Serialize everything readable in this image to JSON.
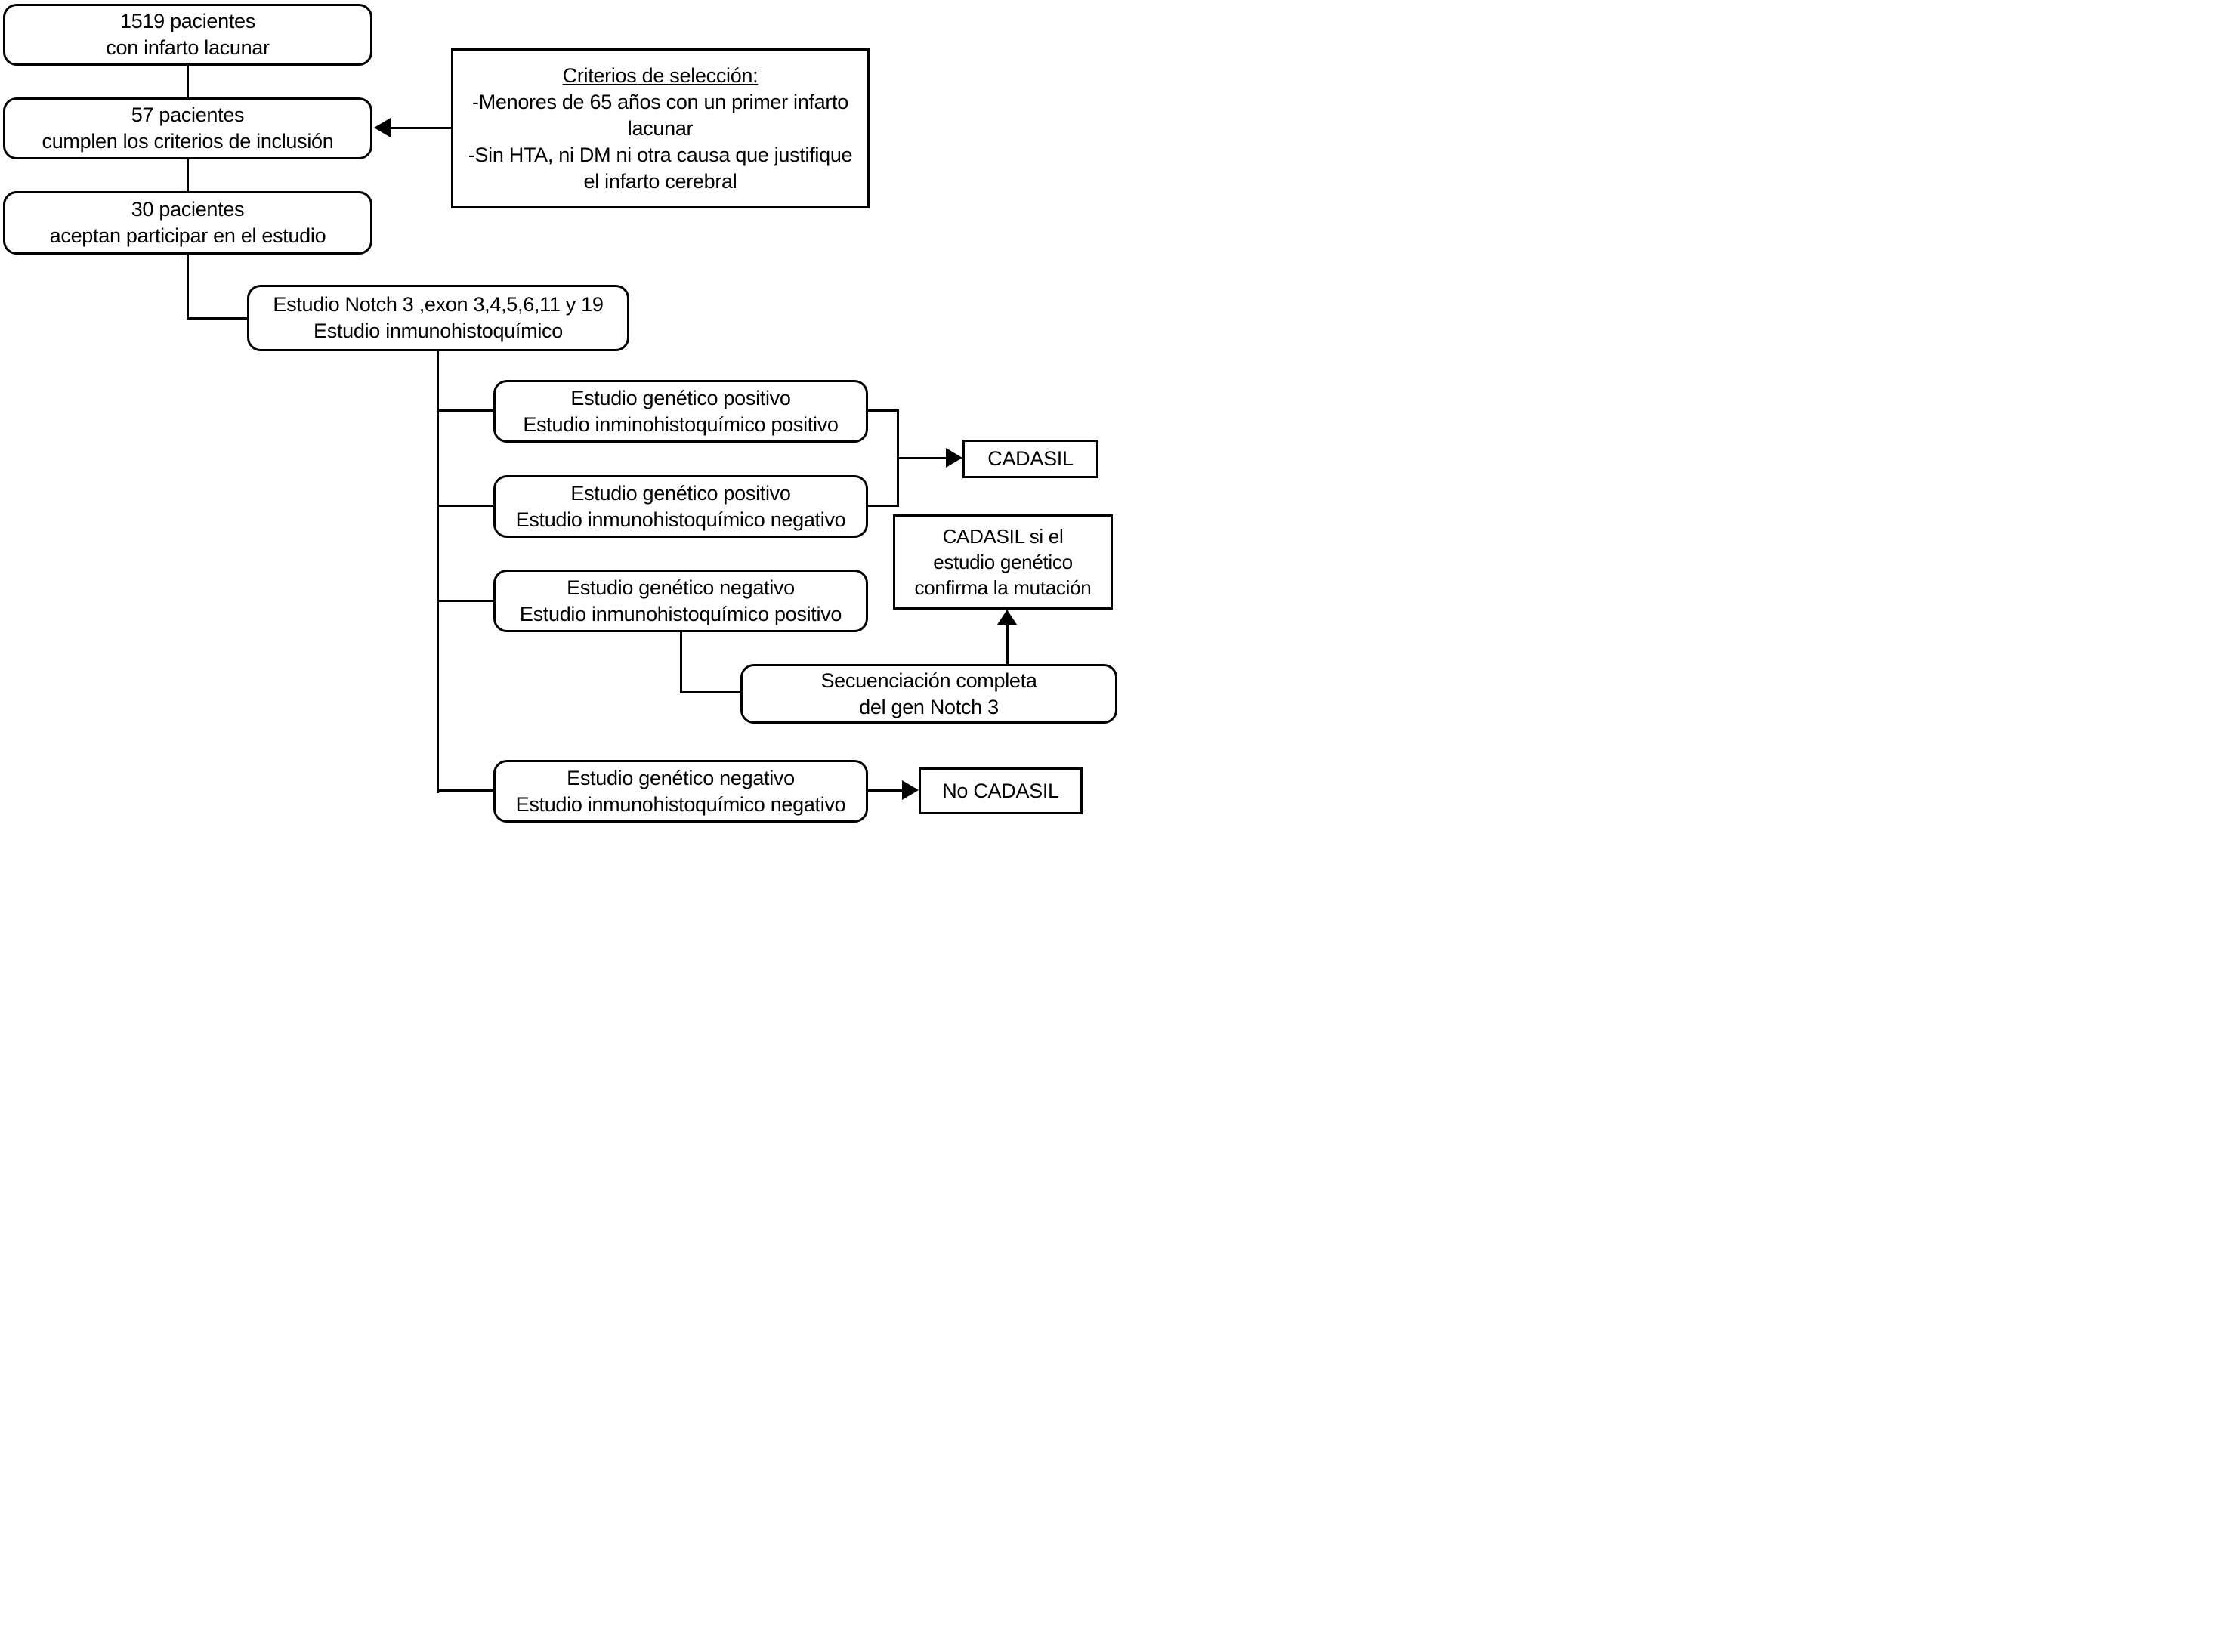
{
  "boxes": {
    "patients1519": {
      "lines": [
        "1519 pacientes",
        "con infarto lacunar"
      ]
    },
    "patients57": {
      "lines": [
        "57 pacientes",
        "cumplen los criterios de inclusión"
      ]
    },
    "criteria": {
      "title": "Criterios de selección:",
      "items": [
        "-Menores de 65 años con un primer infarto lacunar",
        "-Sin HTA, ni DM ni otra causa que justifique el infarto cerebral"
      ]
    },
    "patients30": {
      "lines": [
        "30 pacientes",
        "aceptan participar en el estudio"
      ]
    },
    "notch": {
      "lines": [
        "Estudio Notch 3 ,exon 3,4,5,6,11 y 19",
        "Estudio inmunohistoquímico"
      ]
    },
    "branch1": {
      "lines": [
        "Estudio genético positivo",
        "Estudio inminohistoquímico positivo"
      ]
    },
    "branch2": {
      "lines": [
        "Estudio genético positivo",
        "Estudio inmunohistoquímico negativo"
      ]
    },
    "branch3": {
      "lines": [
        "Estudio genético negativo",
        "Estudio inmunohistoquímico positivo"
      ]
    },
    "branch4": {
      "lines": [
        "Estudio genético negativo",
        "Estudio inmunohistoquímico negativo"
      ]
    },
    "cadasil": {
      "label": "CADASIL"
    },
    "cadasil_si": {
      "lines": [
        "CADASIL si el",
        "estudio genético",
        "confirma la mutación"
      ]
    },
    "secuenciacion": {
      "lines": [
        "Secuenciación completa",
        "del gen Notch 3"
      ]
    },
    "no_cadasil": {
      "label": "No CADASIL"
    }
  },
  "edges": [
    {
      "from": "1519 pacientes",
      "to": "57 pacientes",
      "arrow": false
    },
    {
      "from": "Criterios de selección",
      "to": "57 pacientes",
      "arrow": true
    },
    {
      "from": "57 pacientes",
      "to": "30 pacientes",
      "arrow": false
    },
    {
      "from": "30 pacientes",
      "to": "Estudio Notch 3",
      "arrow": false
    },
    {
      "from": "Estudio Notch 3",
      "to": "branch1 genético+ / inminohistoquímico+",
      "arrow": false
    },
    {
      "from": "Estudio Notch 3",
      "to": "branch2 genético+ / inmunohistoquímico-",
      "arrow": false
    },
    {
      "from": "Estudio Notch 3",
      "to": "branch3 genético- / inmunohistoquímico+",
      "arrow": false
    },
    {
      "from": "Estudio Notch 3",
      "to": "branch4 genético- / inmunohistoquímico-",
      "arrow": false
    },
    {
      "from": "branch1 + branch2",
      "to": "CADASIL",
      "arrow": true
    },
    {
      "from": "branch3",
      "to": "Secuenciación completa del gen Notch 3",
      "arrow": false
    },
    {
      "from": "Secuenciación completa del gen Notch 3",
      "to": "CADASIL si el estudio genético confirma la mutación",
      "arrow": true
    },
    {
      "from": "branch4",
      "to": "No CADASIL",
      "arrow": true
    }
  ],
  "colors": {
    "background": "#ffffff",
    "box_fill": "#ffffff",
    "line": "#000000",
    "text": "#000000"
  }
}
